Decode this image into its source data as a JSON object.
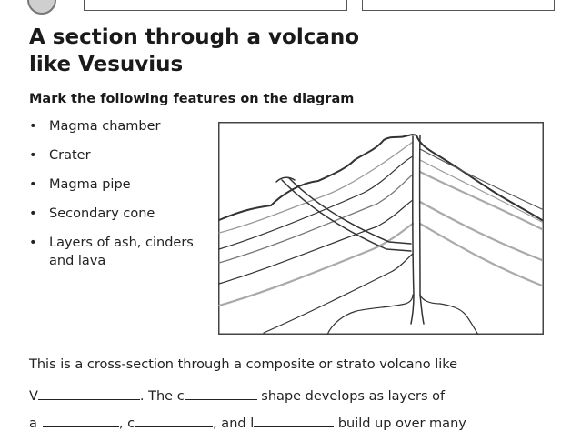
{
  "heading": {
    "line1": "A section through a volcano",
    "line2": "like Vesuvius"
  },
  "instruction": "Mark the following features on the diagram",
  "features": [
    {
      "bullet": "•",
      "label": "Magma chamber"
    },
    {
      "bullet": "•",
      "label": "Crater"
    },
    {
      "bullet": "•",
      "label": "Magma pipe"
    },
    {
      "bullet": "•",
      "label": "Secondary cone"
    },
    {
      "bullet": "•",
      "label": "Layers of ash, cinders and lava"
    }
  ],
  "paragraph": {
    "line1": "This is a cross-section through a composite or strato volcano like",
    "line2": {
      "a": "V",
      "b": ". The c",
      "c": " shape develops as layers of"
    },
    "line3": {
      "a": "a",
      "b": ", c",
      "c": ", and l",
      "d": " build up over many"
    }
  },
  "icons": {
    "header_logo": "school-logo-icon"
  }
}
